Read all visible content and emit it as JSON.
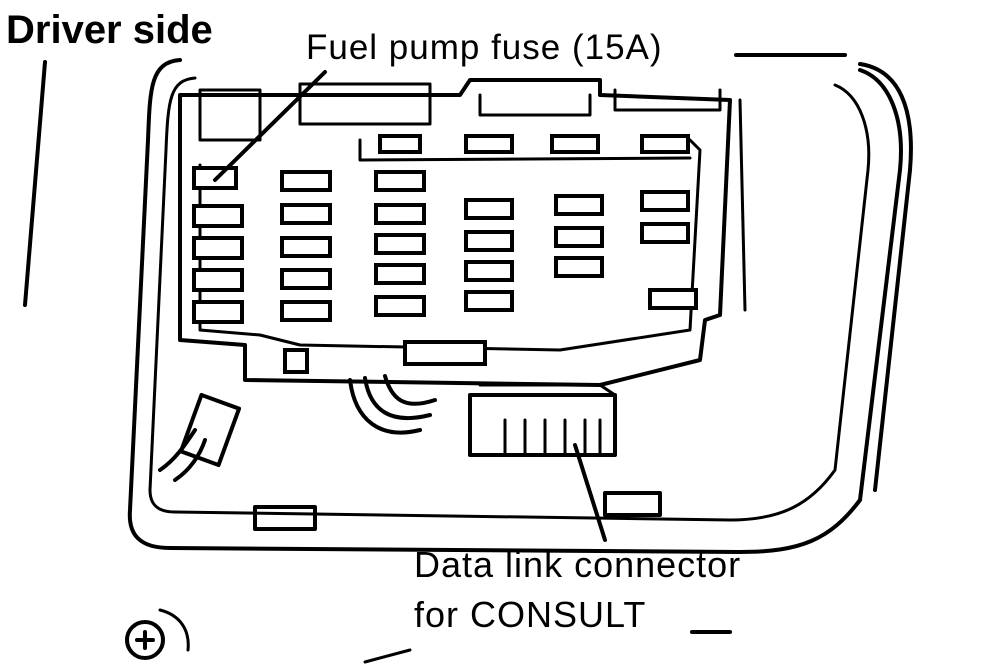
{
  "title": "Driver side",
  "callouts": {
    "fuel_pump_fuse": "Fuel pump fuse (15A)",
    "data_link_connector_line1": "Data link connector",
    "data_link_connector_line2": "for CONSULT"
  },
  "colors": {
    "ink": "#000000",
    "paper": "#ffffff"
  }
}
